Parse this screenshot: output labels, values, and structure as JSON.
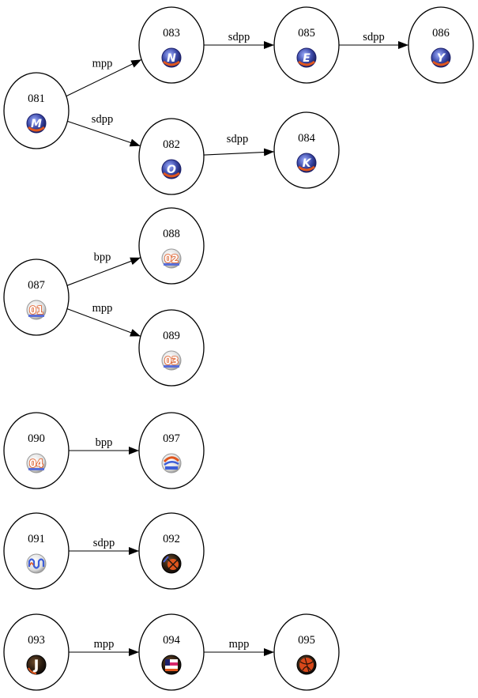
{
  "colors": {
    "stroke": "#000000",
    "background": "#ffffff",
    "icon_blue_dark": "#1b1f6b",
    "icon_blue_light": "#7f8fe8",
    "icon_orange": "#e0561e",
    "icon_gray_light": "#f2f2f2",
    "icon_gray_dark": "#9a9a9a",
    "icon_dark": "#1a1410"
  },
  "nodes": [
    {
      "id": "081",
      "label": "081",
      "icon": "m-letter-icon"
    },
    {
      "id": "082",
      "label": "082",
      "icon": "o-letter-icon"
    },
    {
      "id": "083",
      "label": "083",
      "icon": "n-letter-icon"
    },
    {
      "id": "084",
      "label": "084",
      "icon": "k-letter-icon"
    },
    {
      "id": "085",
      "label": "085",
      "icon": "e-letter-icon"
    },
    {
      "id": "086",
      "label": "086",
      "icon": "y-letter-icon"
    },
    {
      "id": "087",
      "label": "087",
      "icon": "number-01-icon"
    },
    {
      "id": "088",
      "label": "088",
      "icon": "number-02-icon"
    },
    {
      "id": "089",
      "label": "089",
      "icon": "number-03-icon"
    },
    {
      "id": "090",
      "label": "090",
      "icon": "number-04-icon"
    },
    {
      "id": "097",
      "label": "097",
      "icon": "sport-logo-icon"
    },
    {
      "id": "091",
      "label": "091",
      "icon": "wave-logo-icon"
    },
    {
      "id": "092",
      "label": "092",
      "icon": "basketball-icon"
    },
    {
      "id": "093",
      "label": "093",
      "icon": "j-letter-icon"
    },
    {
      "id": "094",
      "label": "094",
      "icon": "flag-icon"
    },
    {
      "id": "095",
      "label": "095",
      "icon": "ball-icon"
    }
  ],
  "edges": [
    {
      "from": "081",
      "to": "083",
      "label": "mpp"
    },
    {
      "from": "081",
      "to": "082",
      "label": "sdpp"
    },
    {
      "from": "083",
      "to": "085",
      "label": "sdpp"
    },
    {
      "from": "085",
      "to": "086",
      "label": "sdpp"
    },
    {
      "from": "082",
      "to": "084",
      "label": "sdpp"
    },
    {
      "from": "087",
      "to": "088",
      "label": "bpp"
    },
    {
      "from": "087",
      "to": "089",
      "label": "mpp"
    },
    {
      "from": "090",
      "to": "097",
      "label": "bpp"
    },
    {
      "from": "091",
      "to": "092",
      "label": "sdpp"
    },
    {
      "from": "093",
      "to": "094",
      "label": "mpp"
    },
    {
      "from": "094",
      "to": "095",
      "label": "mpp"
    }
  ]
}
